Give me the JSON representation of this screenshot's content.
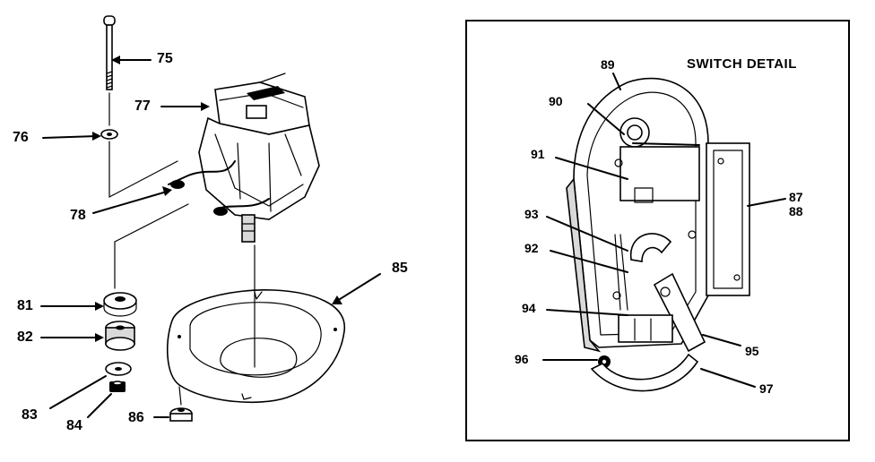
{
  "detail": {
    "title": "SWITCH DETAIL"
  },
  "callouts": {
    "p75": "75",
    "p76": "76",
    "p77": "77",
    "p78": "78",
    "p81": "81",
    "p82": "82",
    "p83": "83",
    "p84": "84",
    "p85": "85",
    "p86": "86",
    "p87": "87",
    "p88": "88",
    "p89": "89",
    "p90": "90",
    "p91": "91",
    "p92": "92",
    "p93": "93",
    "p94": "94",
    "p95": "95",
    "p96": "96",
    "p97": "97"
  }
}
